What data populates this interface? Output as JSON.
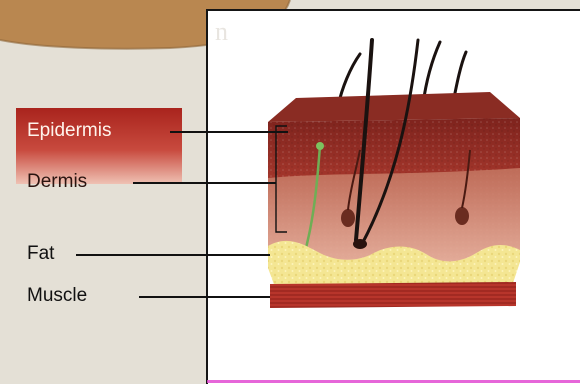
{
  "labels": {
    "epidermis": "Epidermis",
    "dermis": "Dermis",
    "fat": "Fat",
    "muscle": "Muscle"
  },
  "colors": {
    "epidermis_top": "#8a2a22",
    "epidermis_bottom": "#c0453a",
    "dermis": "#d89a86",
    "fat": "#f3e28a",
    "muscle": "#b8342b",
    "hair": "#1a1210",
    "panel_border": "#151515",
    "background_page": "#e4e0d6"
  }
}
